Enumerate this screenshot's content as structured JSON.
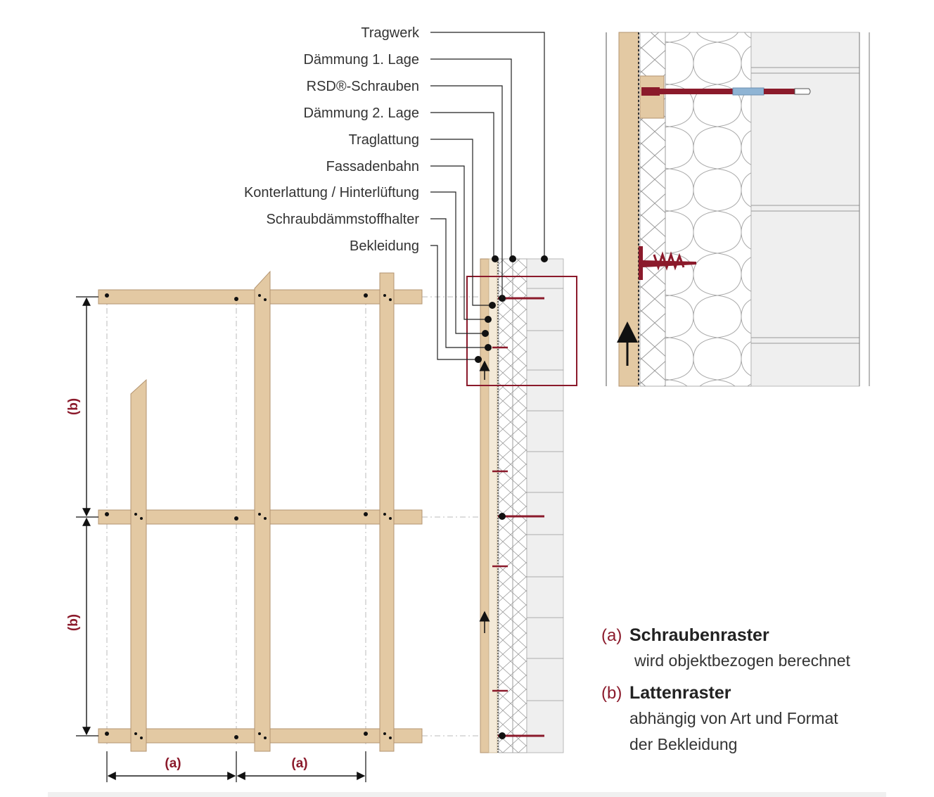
{
  "layer_labels": [
    "Tragwerk",
    "Dämmung 1. Lage",
    "RSD®-Schrauben",
    "Dämmung 2. Lage",
    "Traglattung",
    "Fassadenbahn",
    "Konterlattung / Hinterlüftung",
    "Schraubdämmstoffhalter",
    "Bekleidung"
  ],
  "dimensions": {
    "a": "(a)",
    "b": "(b)"
  },
  "legend": [
    {
      "key": "(a)",
      "title": "Schraubenraster",
      "desc": [
        "wird objektbezogen berechnet"
      ]
    },
    {
      "key": "(b)",
      "title": "Lattenraster",
      "desc": [
        "abhängig von Art und Format",
        "der Bekleidung"
      ]
    }
  ],
  "colors": {
    "wood": "#e3c9a3",
    "wood_edge": "#b39470",
    "accent": "#8b1a2b",
    "line": "#333333",
    "masonry": "#efefef"
  }
}
